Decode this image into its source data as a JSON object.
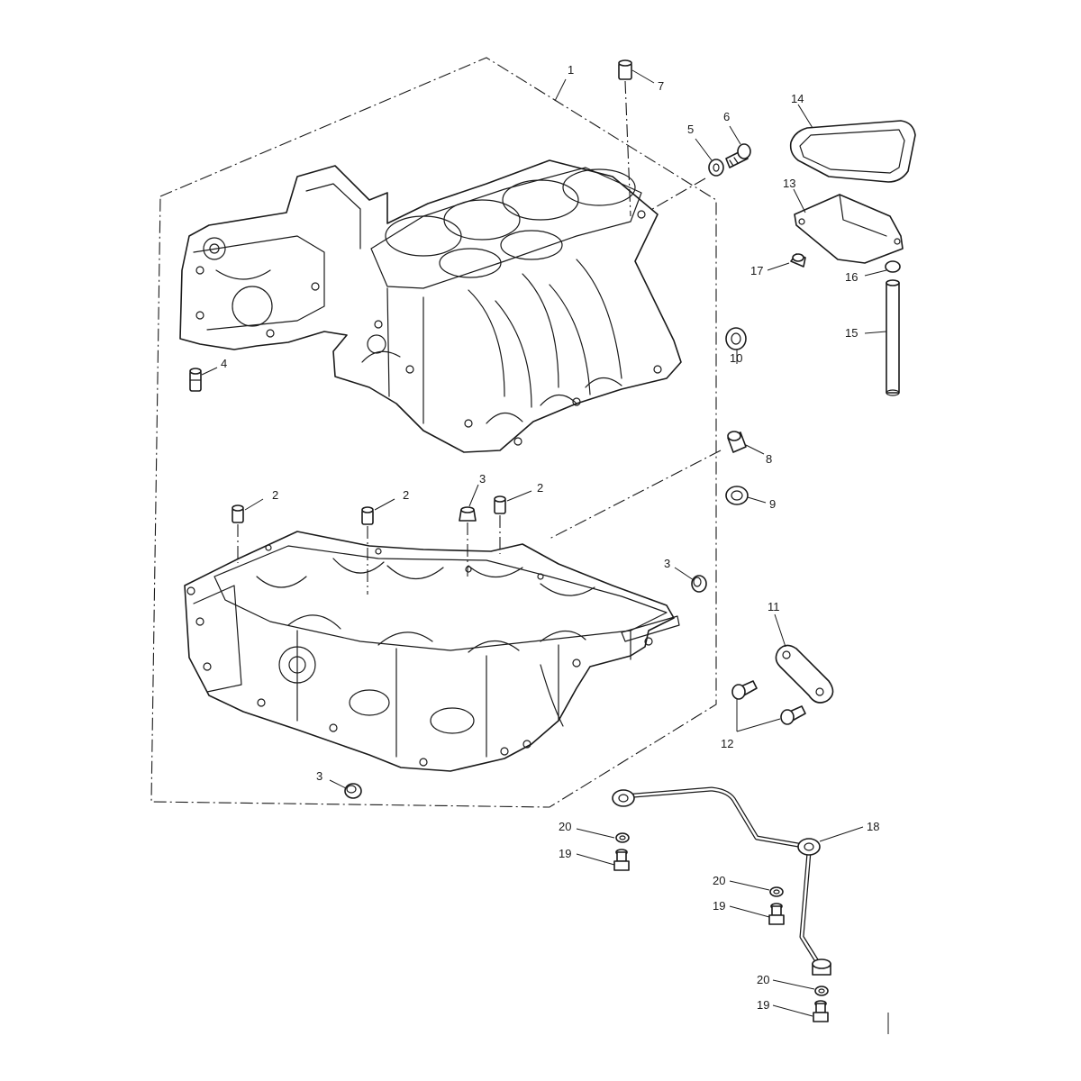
{
  "labels": {
    "l1": "1",
    "l2a": "2",
    "l2b": "2",
    "l2c": "2",
    "l3a": "3",
    "l3b": "3",
    "l3c": "3",
    "l4": "4",
    "l5": "5",
    "l6": "6",
    "l7": "7",
    "l8": "8",
    "l9": "9",
    "l10": "10",
    "l11": "11",
    "l12": "12",
    "l13": "13",
    "l14": "14",
    "l15": "15",
    "l16": "16",
    "l17": "17",
    "l18": "18",
    "l19a": "19",
    "l19b": "19",
    "l19c": "19",
    "l20a": "20",
    "l20b": "20",
    "l20c": "20"
  }
}
